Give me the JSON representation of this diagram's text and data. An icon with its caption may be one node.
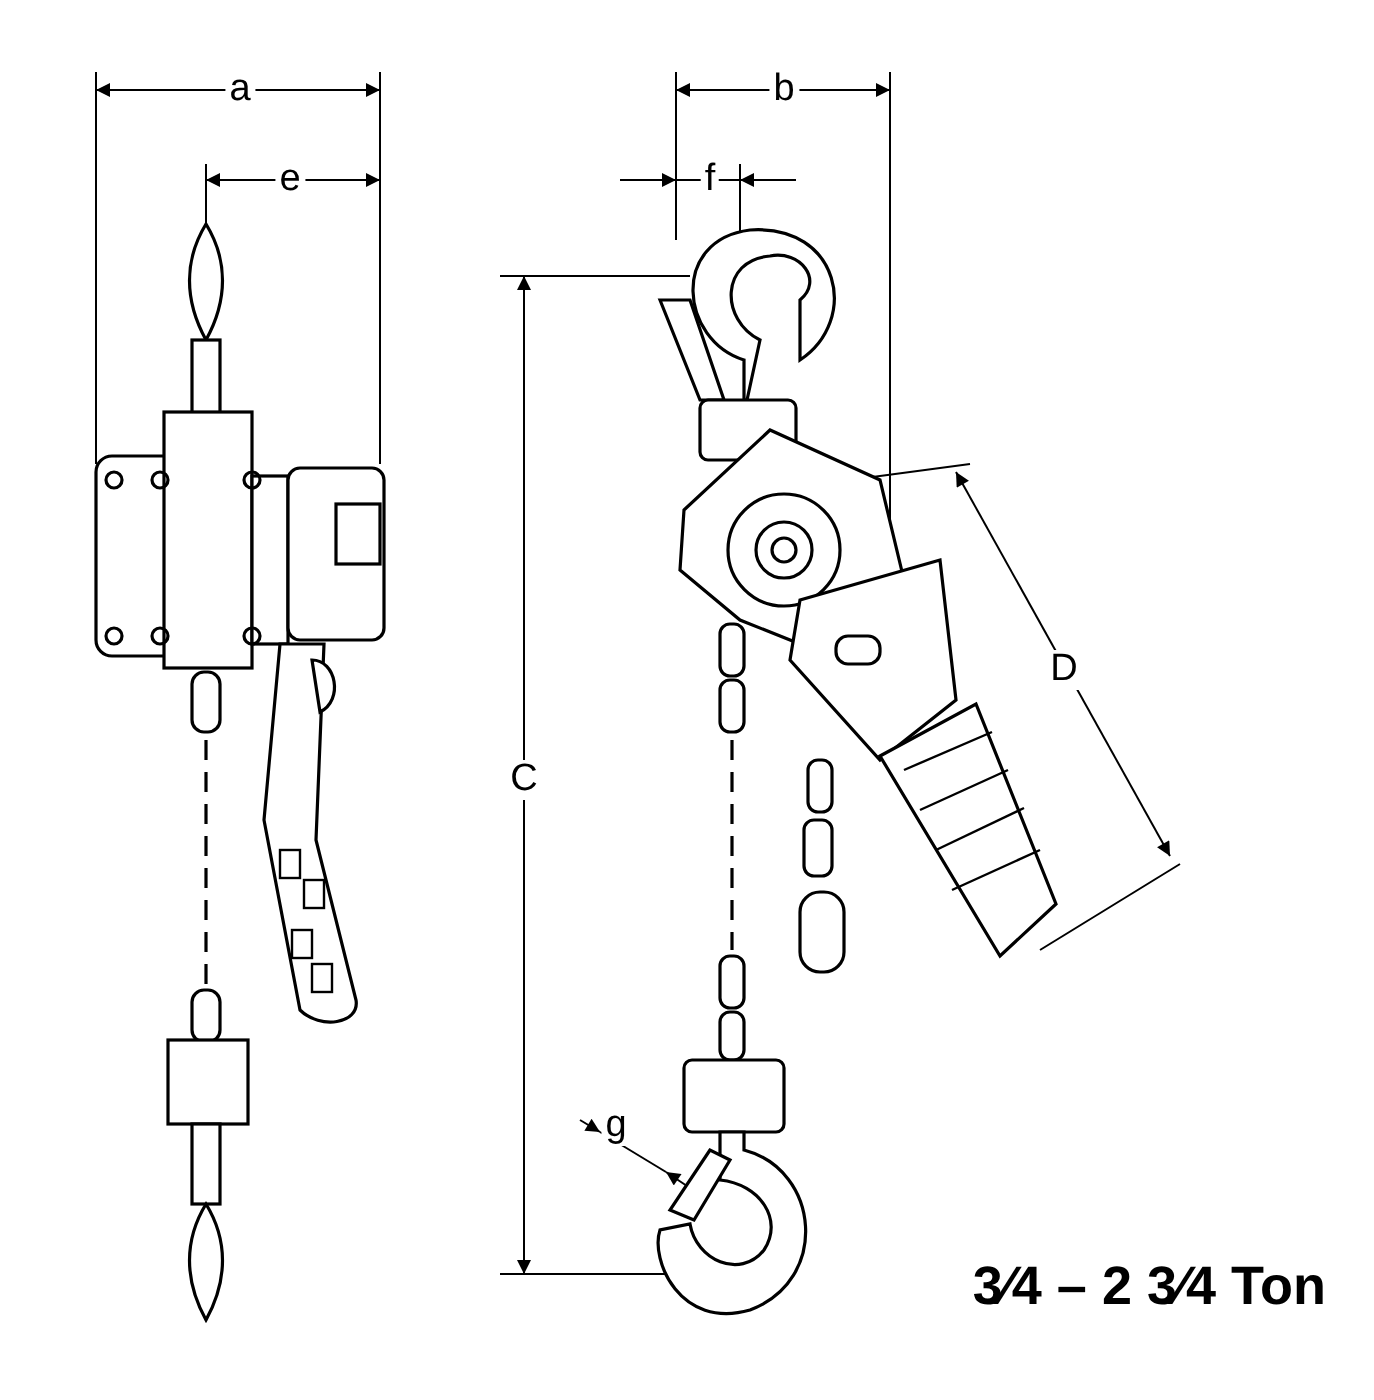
{
  "diagram": {
    "caption": "3⁄4 – 2 3⁄4 Ton",
    "labels": [
      "a",
      "e",
      "b",
      "f",
      "C",
      "D",
      "g"
    ]
  }
}
